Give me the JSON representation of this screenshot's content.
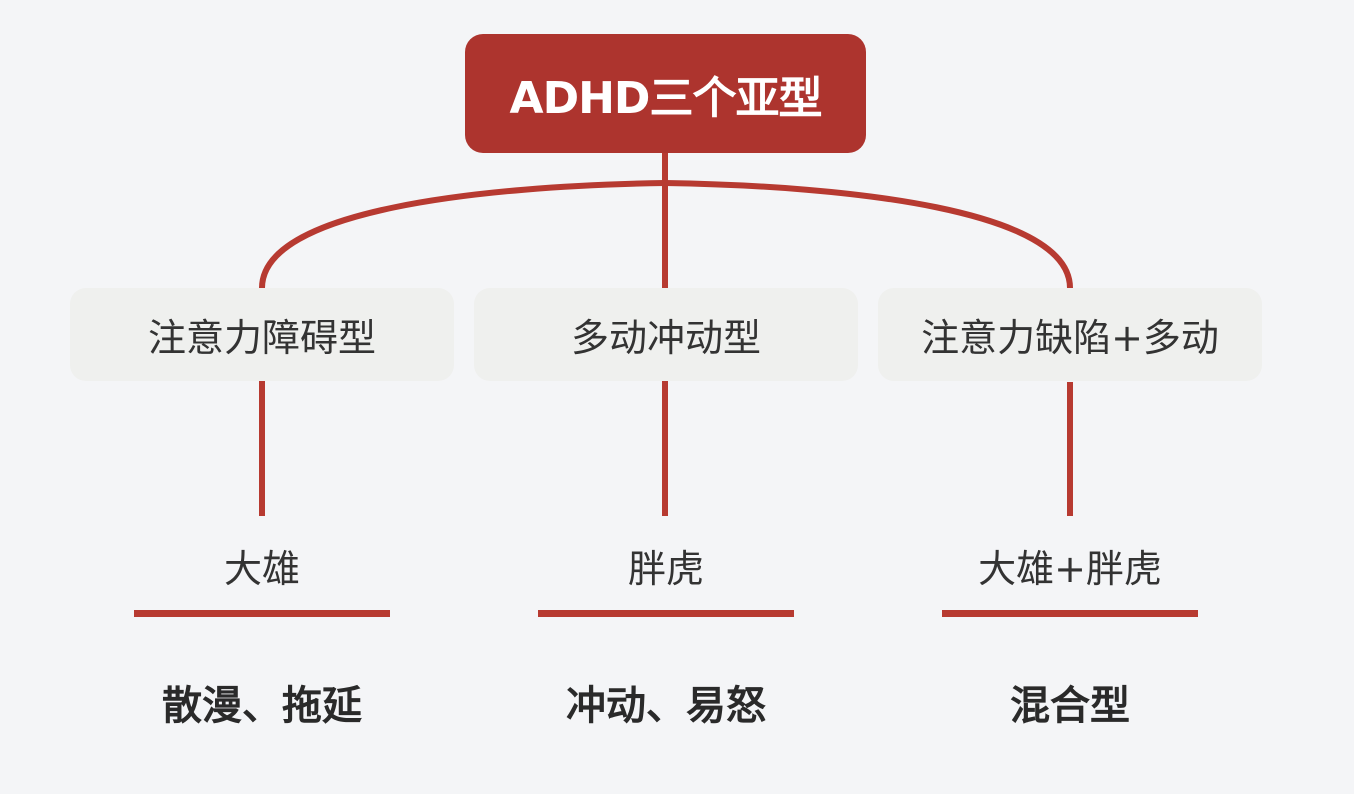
{
  "colors": {
    "accent": "#AD342E",
    "line": "#B73A31",
    "background": "#F4F5F7",
    "branch_box": "#EFF0EE",
    "text": "#333333"
  },
  "root": {
    "title": "ADHD三个亚型"
  },
  "branches": [
    {
      "label": "注意力障碍型",
      "character": "大雄",
      "traits": "散漫、拖延"
    },
    {
      "label": "多动冲动型",
      "character": "胖虎",
      "traits": "冲动、易怒"
    },
    {
      "label": "注意力缺陷+多动",
      "character": "大雄+胖虎",
      "traits": "混合型"
    }
  ]
}
